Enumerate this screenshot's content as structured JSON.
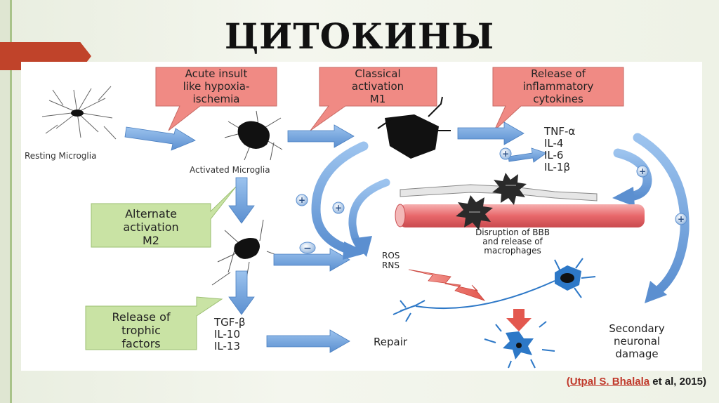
{
  "slide": {
    "title": "ЦИТОКИНЫ",
    "citation": {
      "open_paren": "(",
      "author": "Utpal S. Bhalala",
      "rest": " et al, 2015)"
    }
  },
  "diagram": {
    "callouts": {
      "acute": [
        "Acute insult",
        "like hypoxia-",
        "ischemia"
      ],
      "classical": [
        "Classical",
        "activation",
        "M1"
      ],
      "release_inflam": [
        "Release of",
        "inflammatory",
        "cytokines"
      ],
      "alternate": [
        "Alternate",
        "activation",
        "M2"
      ],
      "trophic": [
        "Release of",
        "trophic",
        "factors"
      ]
    },
    "labels": {
      "resting": "Resting Microglia",
      "activated": "Activated Microglia",
      "bbb": [
        "Disruption of BBB",
        "and release of",
        "macrophages"
      ],
      "ros": [
        "ROS",
        "RNS"
      ],
      "repair": "Repair",
      "damage": [
        "Secondary",
        "neuronal",
        "damage"
      ]
    },
    "cytokines_pro": [
      "TNF-α",
      "IL-4",
      "IL-6",
      "IL-1β"
    ],
    "cytokines_anti": [
      "TGF-β",
      "IL-10",
      "IL-13"
    ],
    "signs": {
      "plus": "+",
      "minus": "−"
    },
    "colors": {
      "arrow_blue": "#6a9fd8",
      "callout_red": "#f08a84",
      "callout_green": "#c9e3a4",
      "vessel": "#e8686b",
      "neuron_blue": "#2d78c7"
    }
  }
}
